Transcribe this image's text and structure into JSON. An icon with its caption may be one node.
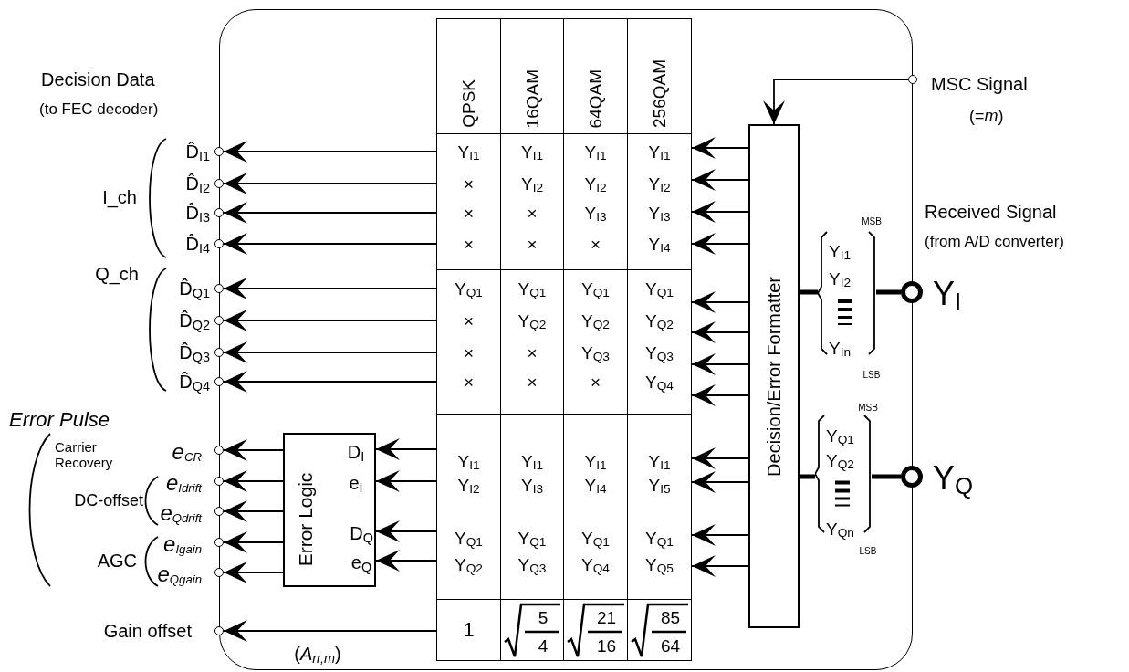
{
  "diagram": {
    "nodes": [
      {
        "text": [],
        "shape": "box"
      },
      {
        "text": [
          "QPSK"
        ],
        "in": 0
      },
      {
        "text": [
          "16QAM"
        ],
        "in": 0
      },
      {
        "text": [
          "64QAM"
        ],
        "in": 0
      },
      {
        "text": [
          "256QAM"
        ],
        "in": 0
      },
      {
        "text": [
          "Y$_{I1}$",
          "×",
          "×",
          "×"
        ],
        "in": 0
      },
      {
        "text": [
          "Y$_{I1}$",
          "Y$_{I2}$",
          "×",
          "×"
        ],
        "in": 0
      },
      {
        "text": [
          "Y$_{I1}$",
          "Y$_{I2}$",
          "Y$_{I3}$",
          "×"
        ],
        "in": 0
      },
      {
        "text": [
          "Y$_{I1}$",
          "Y$_{I2}$",
          "Y$_{I3}$",
          "Y$_{I4}$"
        ],
        "in": 0
      },
      {
        "text": [
          "Y$_{Q1}$",
          "×",
          "×",
          "×"
        ],
        "in": 0
      },
      {
        "text": [
          "Y$_{Q1}$",
          "Y$_{Q2}$",
          "×",
          "×"
        ],
        "in": 0
      },
      {
        "text": [
          "Y$_{Q1}$",
          "Y$_{Q2}$",
          "Y$_{Q3}$",
          "×"
        ],
        "in": 0
      },
      {
        "text": [
          "Y$_{Q1}$",
          "Y$_{Q2}$",
          "Y$_{Q3}$",
          "Y$_{Q4}$"
        ],
        "in": 0
      },
      {
        "text": [
          "Y$_{I1}$",
          "Y$_{I2}$",
          "Y$_{Q1}$",
          "Y$_{Q2}$"
        ],
        "in": 0
      },
      {
        "text": [
          "Y$_{I1}$",
          "Y$_{I3}$",
          "Y$_{Q1}$",
          "Y$_{Q3}$"
        ],
        "in": 0
      },
      {
        "text": [
          "Y$_{I1}$",
          "Y$_{I4}$",
          "Y$_{Q1}$",
          "Y$_{Q4}$"
        ],
        "in": 0
      },
      {
        "text": [
          "Y$_{I1}$",
          "Y$_{I5}$",
          "Y$_{Q1}$",
          "Y$_{Q5}$"
        ],
        "in": 0
      },
      {
        "text": [
          "1"
        ],
        "in": 0
      },
      {
        "text": [
          "5",
          "4"
        ],
        "in": 0
      },
      {
        "text": [
          "21",
          "16"
        ],
        "in": 0
      },
      {
        "text": [
          "85",
          "64"
        ],
        "in": 0
      },
      {
        "text": [
          "Error Logic",
          "D$_{I}$",
          "e$_{I}$",
          "D$_{Q}$",
          "e$_{Q}$"
        ],
        "in": 0
      },
      {
        "text": [
          "Decision/Error Formatter"
        ],
        "in": 0
      },
      {
        "text": [
          "Y$_{I1}$",
          "Y$_{I2}$",
          "Y$_{In}$"
        ],
        "beside": [
          "MSB",
          "LSB"
        ],
        "in": 0
      },
      {
        "text": [
          "Y$_{Q1}$",
          "Y$_{Q2}$",
          "Y$_{Qn}$"
        ],
        "beside": [
          "MSB",
          "LSB"
        ],
        "in": 0
      },
      {
        "text": [],
        "shape": "circle",
        "beside": [
          "D̂$_{I1}$"
        ]
      },
      {
        "text": [],
        "shape": "circle",
        "beside": [
          "D̂$_{I2}$"
        ]
      },
      {
        "text": [],
        "shape": "circle",
        "beside": [
          "D̂$_{I3}$"
        ]
      },
      {
        "text": [],
        "shape": "circle",
        "beside": [
          "D̂$_{I4}$"
        ]
      },
      {
        "text": [],
        "shape": "circle",
        "beside": [
          "D̂$_{Q1}$"
        ]
      },
      {
        "text": [],
        "shape": "circle",
        "beside": [
          "D̂$_{Q2}$"
        ]
      },
      {
        "text": [],
        "shape": "circle",
        "beside": [
          "D̂$_{Q3}$"
        ]
      },
      {
        "text": [],
        "shape": "circle",
        "beside": [
          "D̂$_{Q4}$"
        ]
      },
      {
        "text": [],
        "shape": "circle",
        "beside": [
          "e$_{CR}$"
        ]
      },
      {
        "text": [],
        "shape": "circle",
        "beside": [
          "e$_{Idrift}$"
        ]
      },
      {
        "text": [],
        "shape": "circle",
        "beside": [
          "e$_{Qdrift}$"
        ]
      },
      {
        "text": [],
        "shape": "circle",
        "beside": [
          "e$_{Igain}$"
        ]
      },
      {
        "text": [],
        "shape": "circle",
        "beside": [
          "e$_{Qgain}$"
        ]
      },
      {
        "text": [],
        "shape": "circle",
        "beside": [
          "Gain offset"
        ]
      },
      {
        "text": [],
        "shape": "circle",
        "beside": [
          "MSC Signal",
          "(=*m*)"
        ]
      },
      {
        "text": [],
        "shape": "circle",
        "beside": [
          "Y$_{I}$"
        ]
      },
      {
        "text": [],
        "shape": "circle",
        "beside": [
          "Y$_{Q}$"
        ]
      }
    ],
    "edges": [
      {
        "from": 22,
        "to": 8,
        "arrow": "to"
      },
      {
        "from": 22,
        "to": 8,
        "arrow": "to"
      },
      {
        "from": 22,
        "to": 8,
        "arrow": "to"
      },
      {
        "from": 22,
        "to": 8,
        "arrow": "to"
      },
      {
        "from": 5,
        "to": 25,
        "arrow": "to"
      },
      {
        "from": 5,
        "to": 26,
        "arrow": "to"
      },
      {
        "from": 5,
        "to": 27,
        "arrow": "to"
      },
      {
        "from": 5,
        "to": 28,
        "arrow": "to"
      },
      {
        "from": 22,
        "to": 12,
        "arrow": "to"
      },
      {
        "from": 22,
        "to": 12,
        "arrow": "to"
      },
      {
        "from": 22,
        "to": 12,
        "arrow": "to"
      },
      {
        "from": 22,
        "to": 12,
        "arrow": "to"
      },
      {
        "from": 9,
        "to": 29,
        "arrow": "to"
      },
      {
        "from": 9,
        "to": 30,
        "arrow": "to"
      },
      {
        "from": 9,
        "to": 31,
        "arrow": "to"
      },
      {
        "from": 9,
        "to": 32,
        "arrow": "to"
      },
      {
        "from": 22,
        "to": 16,
        "arrow": "to"
      },
      {
        "from": 22,
        "to": 16,
        "arrow": "to"
      },
      {
        "from": 22,
        "to": 16,
        "arrow": "to"
      },
      {
        "from": 22,
        "to": 16,
        "arrow": "to"
      },
      {
        "from": 13,
        "to": 21,
        "arrow": "to"
      },
      {
        "from": 13,
        "to": 21,
        "arrow": "to"
      },
      {
        "from": 13,
        "to": 21,
        "arrow": "to"
      },
      {
        "from": 13,
        "to": 21,
        "arrow": "to"
      },
      {
        "from": 21,
        "to": 33,
        "arrow": "to"
      },
      {
        "from": 21,
        "to": 34,
        "arrow": "to"
      },
      {
        "from": 21,
        "to": 35,
        "arrow": "to"
      },
      {
        "from": 21,
        "to": 36,
        "arrow": "to"
      },
      {
        "from": 21,
        "to": 37,
        "arrow": "to"
      },
      {
        "from": 17,
        "to": 38,
        "arrow": "to",
        "label": "(*A*$_{rr,m}$)"
      },
      {
        "from": 39,
        "to": 22,
        "arrow": "to"
      },
      {
        "from": 40,
        "to": 23,
        "arrow": "none",
        "style": "thick"
      },
      {
        "from": 23,
        "to": 22,
        "arrow": "none",
        "style": "thick"
      },
      {
        "from": 41,
        "to": 24,
        "arrow": "none",
        "style": "thick"
      },
      {
        "from": 24,
        "to": 22,
        "arrow": "none",
        "style": "thick"
      }
    ],
    "labels": [
      "Decision Data",
      "(to FEC decoder)",
      "I_ch",
      "Received Signal",
      "(from A/D converter)",
      "Q_ch",
      "Error Pulse",
      "Carrier Recovery",
      "DC-offset",
      "AGC"
    ]
  }
}
